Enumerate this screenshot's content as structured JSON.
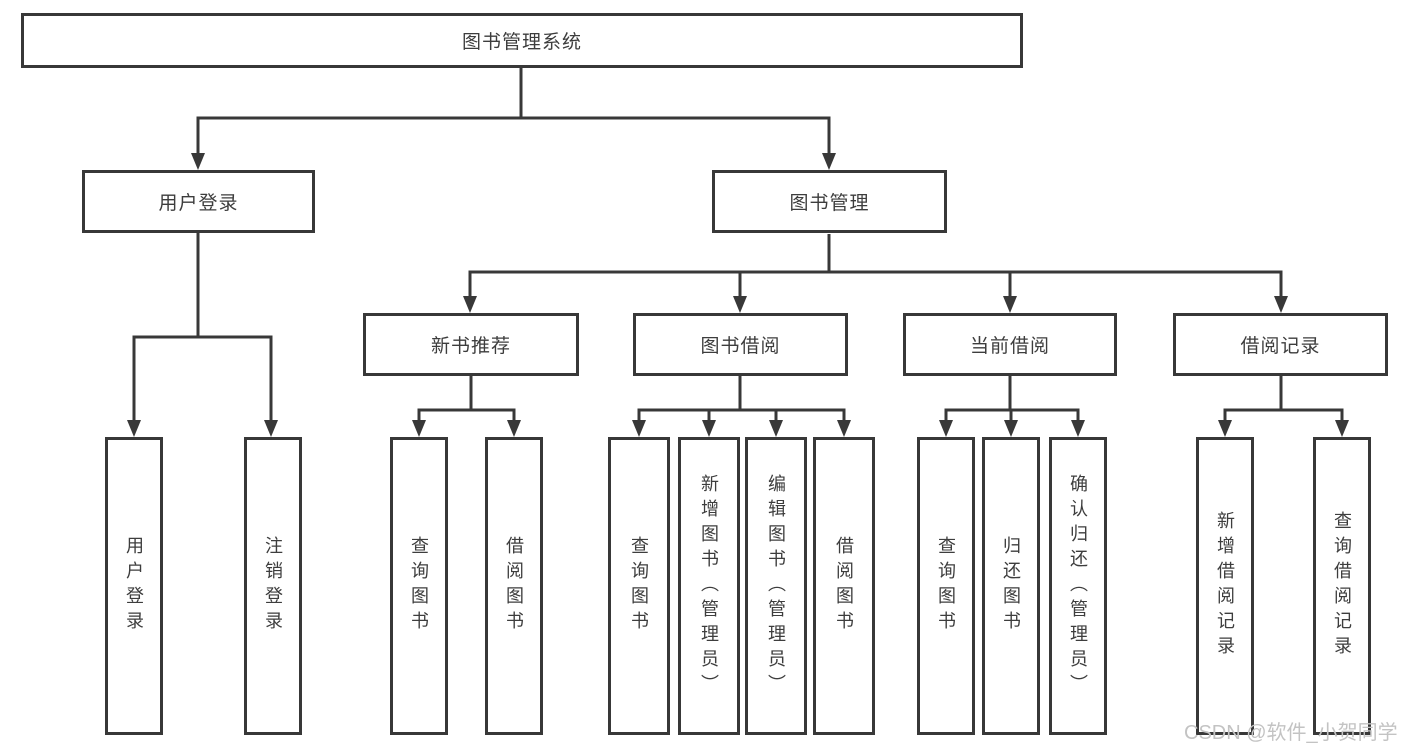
{
  "diagram_type": "hierarchy-tree",
  "colors": {
    "line": "#383838",
    "box_border": "#383838",
    "box_background": "#ffffff",
    "text": "#3d3d3d",
    "watermark": "#c3c3c3"
  },
  "tree": {
    "label": "图书管理系统",
    "children": [
      {
        "label": "用户登录",
        "children": [
          {
            "label": "用户登录"
          },
          {
            "label": "注销登录"
          }
        ]
      },
      {
        "label": "图书管理",
        "children": [
          {
            "label": "新书推荐",
            "children": [
              {
                "label": "查询图书"
              },
              {
                "label": "借阅图书"
              }
            ]
          },
          {
            "label": "图书借阅",
            "children": [
              {
                "label": "查询图书"
              },
              {
                "label": "新增图书（管理员）"
              },
              {
                "label": "编辑图书（管理员）"
              },
              {
                "label": "借阅图书"
              }
            ]
          },
          {
            "label": "当前借阅",
            "children": [
              {
                "label": "查询图书"
              },
              {
                "label": "归还图书"
              },
              {
                "label": "确认归还（管理员）"
              }
            ]
          },
          {
            "label": "借阅记录",
            "children": [
              {
                "label": "新增借阅记录"
              },
              {
                "label": "查询借阅记录"
              }
            ]
          }
        ]
      }
    ]
  },
  "watermark": {
    "text": "CSDN @软件_小贺同学"
  }
}
